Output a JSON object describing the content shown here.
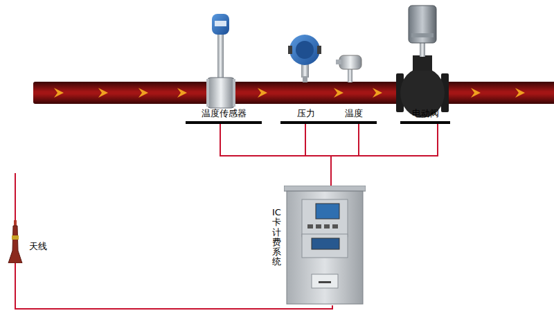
{
  "diagram": {
    "nodes": [
      {
        "text": [
          "温度传感器"
        ]
      },
      {
        "text": [
          "压力"
        ]
      },
      {
        "text": [
          "温度"
        ]
      },
      {
        "text": [
          "电动阀"
        ]
      },
      {
        "text": [
          "IC卡计费系统"
        ]
      },
      {
        "text": [
          "天线"
        ]
      }
    ],
    "edges": [
      {
        "from": 0,
        "to": 4,
        "arrow": "none"
      },
      {
        "from": 1,
        "to": 4,
        "arrow": "none"
      },
      {
        "from": 2,
        "to": 4,
        "arrow": "none"
      },
      {
        "from": 3,
        "to": 4,
        "arrow": "none"
      },
      {
        "from": 5,
        "to": 4,
        "arrow": "none"
      }
    ]
  }
}
